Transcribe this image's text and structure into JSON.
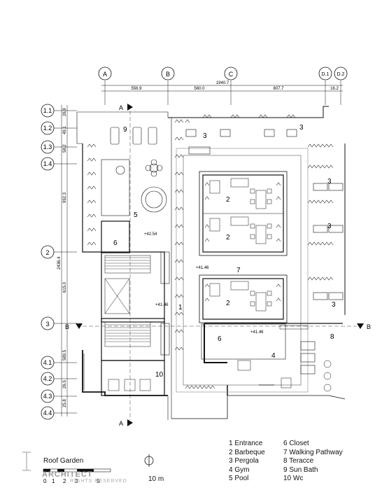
{
  "grid_top": {
    "labels": [
      "A",
      "B",
      "C",
      "D.1",
      "D.2"
    ],
    "total_dim": "1940.7",
    "segment_dims": [
      "556.9",
      "560.0",
      "807.7",
      "16.2"
    ]
  },
  "grid_left": {
    "labels": [
      "1.1",
      "1.2",
      "1.3",
      "1.4",
      "2",
      "3",
      "4.1",
      "4.2",
      "4.3",
      "4.4"
    ],
    "dims": [
      "26.9",
      "49.1",
      "58.2",
      "992.3",
      "2436.4",
      "615.0",
      "589.5",
      "26.5",
      "25.8"
    ]
  },
  "section_marks": {
    "a": "A",
    "b": "B"
  },
  "levels": [
    "+42.54",
    "+41.46",
    "+41.46",
    "+41.46"
  ],
  "room_numbers": [
    "9",
    "5",
    "6",
    "3",
    "3",
    "3",
    "3",
    "3",
    "2",
    "2",
    "2",
    "7",
    "1",
    "6",
    "4",
    "8",
    "10"
  ],
  "legend": [
    "1 Entrance",
    "6 Closet",
    "2 Barbeque",
    "7 Walking Pathway",
    "3 Pergola",
    "8 Teracce",
    "4 Gym",
    "9 Sun Bath",
    "5 Pool",
    "10 Wc"
  ],
  "caption": "Roof Garden",
  "scale": {
    "ticks": [
      "0",
      "1",
      "2",
      "3",
      "5"
    ],
    "end": "10 m"
  },
  "logo": {
    "name": "ARCHITECT",
    "sub": "RIGHTS RESERVED"
  }
}
